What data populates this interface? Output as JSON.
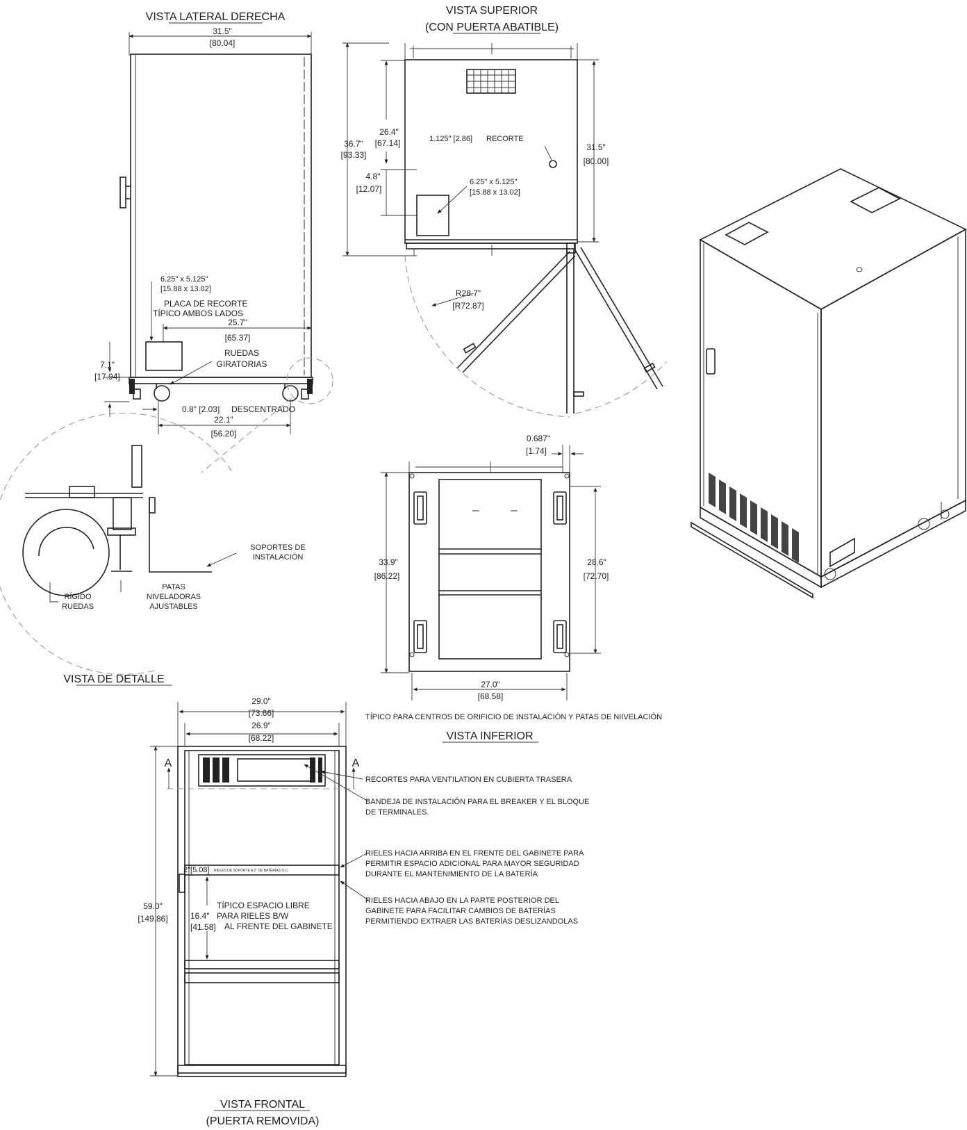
{
  "views": {
    "right_side": {
      "title": "VISTA LATERAL DERECHA"
    },
    "top": {
      "title_1": "VISTA SUPERIOR",
      "title_2": "(CON PUERTA ABATIBLE)"
    },
    "detail": {
      "title": "VISTA DE DETALLE"
    },
    "bottom": {
      "title": "VISTA INFERIOR"
    },
    "front": {
      "title_1": "VISTA FRONTAL",
      "title_2": "(PUERTA REMOVIDA)"
    }
  },
  "side_view": {
    "width_in": "31.5\"",
    "width_cm": "[80.04]",
    "plate_size_in": "6.25\" x 5.125\"",
    "plate_size_cm": "[15.88 x 13.02]",
    "plate_note_1": "PLACA DE RECORTE",
    "plate_note_2": "TÍPICO AMBOS LADOS",
    "plate_dist_in": "25.7\"",
    "plate_dist_cm": "[65.37]",
    "height_in": "7.1\"",
    "height_cm": "[17.94]",
    "casters_1": "RUEDAS",
    "casters_2": "GIRATORIAS",
    "offset": "0.8\" [2.03]",
    "offset_label": "DESCENTRADO",
    "wheel_span_in": "22.1\"",
    "wheel_span_cm": "[56.20]"
  },
  "top_view": {
    "depth_in": "36.7\"",
    "depth_cm": "[93.33]",
    "dim_26_in": "26.4\"",
    "dim_26_cm": "[67.14]",
    "dim_4_in": "4.8\"",
    "dim_4_cm": "[12.07]",
    "knockout": "1.125\" [2.86]",
    "knockout_label": "RECORTE",
    "plate_in": "6.25\" x 5.125\"",
    "plate_cm": "[15.88 x 13.02]",
    "width_in": "31.5\"",
    "width_cm": "[80.00]",
    "radius_in": "R28.7\"",
    "radius_cm": "[R72.87]"
  },
  "detail_view": {
    "brackets_1": "SOPORTES DE",
    "brackets_2": "INSTALACIÓN",
    "legs_1": "PATAS",
    "legs_2": "NIVELADORAS",
    "legs_3": "AJUSTABLES",
    "rigid_1": "RÍGIDO",
    "rigid_2": "RUEDAS"
  },
  "bottom_view": {
    "gap_in": "0.687\"",
    "gap_cm": "[1.74]",
    "depth_in": "33.9\"",
    "depth_cm": "[86.22]",
    "inner_in": "28.6\"",
    "inner_cm": "[72.70]",
    "width_in": "27.0\"",
    "width_cm": "[68.58]",
    "note": "TÍPICO PARA CENTROS DE ORIFICIO DE INSTALACIÓN Y PATAS DE NIIVELACIÓN"
  },
  "front_view": {
    "outer_w_in": "29.0\"",
    "outer_w_cm": "[73.66]",
    "inner_w_in": "26.9\"",
    "inner_w_cm": "[68.22]",
    "height_in": "59.0\"",
    "height_cm": "[149.86]",
    "section_mark": "A",
    "rail_dim": "2\"[5.08]",
    "rail_small": "RIELES DE SOPORTE A 2\" DE BATERÍAS O.C.",
    "clear_in": "16.4\"",
    "clear_cm": "[41.58]",
    "clear_1": "TÍPICO ESPACIO LIBRE",
    "clear_2": "PARA RIELES B/W",
    "clear_3": "AL FRENTE DEL GABINETE"
  },
  "notes": {
    "vent_1": "RECORTES PARA VENTILATION EN CUBIERTA TRASERA",
    "tray_1": "BANDEJA DE INSTALACIÓN PARA EL BREAKER Y EL BLOQUE",
    "tray_2": "DE TERMINALES.",
    "up_1": "RIELES HACIA ARRIBA EN EL FRENTE DEL GABINETE PARA",
    "up_2": "PERMITIR ESPACIO ADICIONAL PARA MAYOR SEGURIDAD",
    "up_3": "DURANTE EL MANTENIMIENTO DE LA BATERÍA",
    "down_1": "RIELES HACIA ABAJO EN LA PARTE POSTERIOR DEL",
    "down_2": "GABINETE PARA FACILITAR CAMBIOS DE BATERÍAS",
    "down_3": "PERMITIENDO EXTRAER LAS BATERÍAS DESLIZANDOLAS"
  }
}
